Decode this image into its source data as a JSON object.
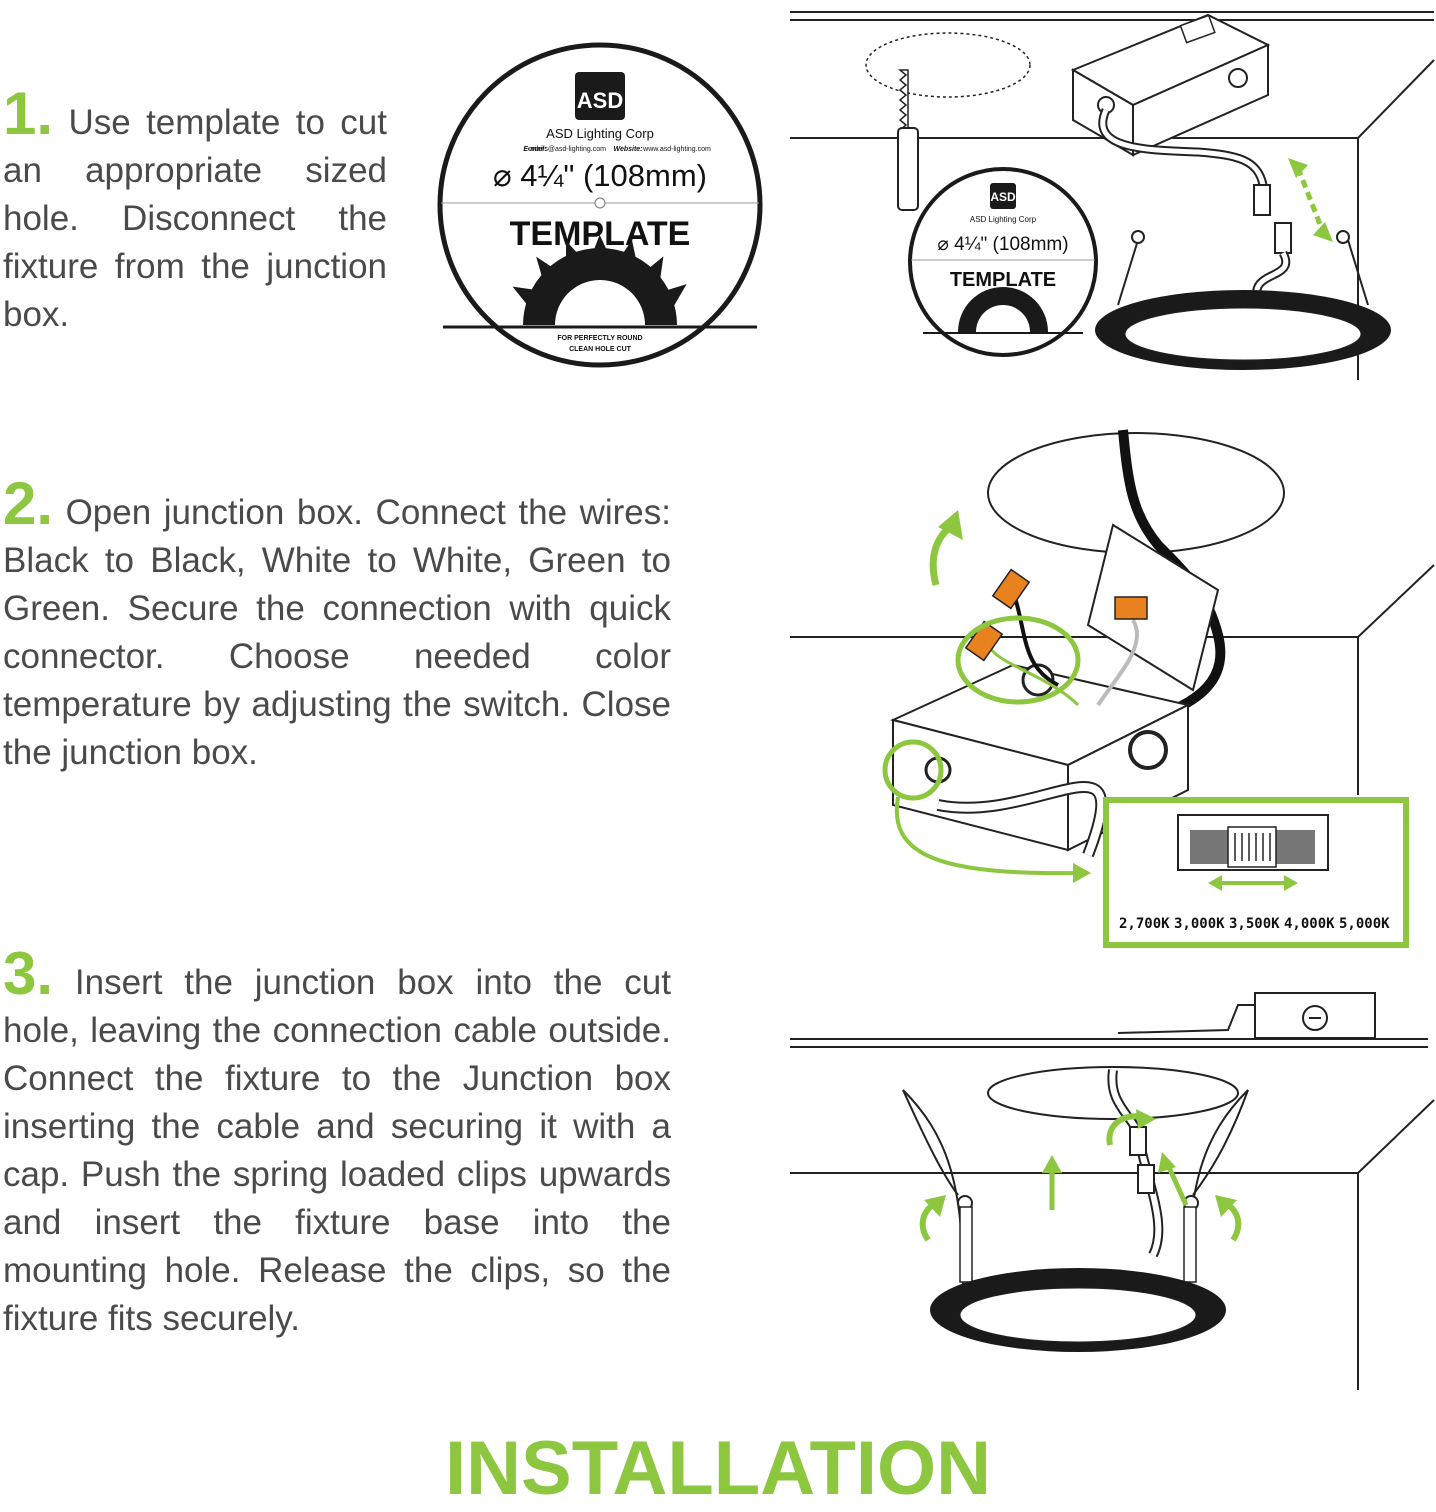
{
  "steps": [
    {
      "number": "1.",
      "text": "Use template to cut an appropriate sized hole. Disconnect the fixture from the junction box."
    },
    {
      "number": "2.",
      "text": "Open junction box. Connect the wires: Black to Black, White to White, Green to Green. Secure the connection with quick connector. Choose needed color temperature by adjusting the switch. Close the junction box."
    },
    {
      "number": "3.",
      "text": "Insert the junction box into the cut hole, leaving the connection cable outside. Connect the fixture to the Junction box inserting the cable and securing it with a cap. Push the spring loaded clips upwards and insert the fixture base into the mounting hole. Release the clips, so the fixture fits securely."
    }
  ],
  "template": {
    "logo": "ASD",
    "company": "ASD Lighting Corp",
    "email_label": "E-mail:",
    "email": "orders@asd-lighting.com",
    "website_label": "Website:",
    "website": "www.asd-lighting.com",
    "diameter": "⌀ 4¼\" (108mm)",
    "label": "TEMPLATE",
    "footer1": "FOR PERFECTLY ROUND",
    "footer2": "CLEAN HOLE CUT"
  },
  "color_temps": [
    "2,700K",
    "3,000K",
    "3,500K",
    "4,000K",
    "5,000K"
  ],
  "title": "INSTALLATION",
  "colors": {
    "accent": "#8dc63f",
    "text": "#4a4a4a",
    "connector": "#e8821e"
  }
}
